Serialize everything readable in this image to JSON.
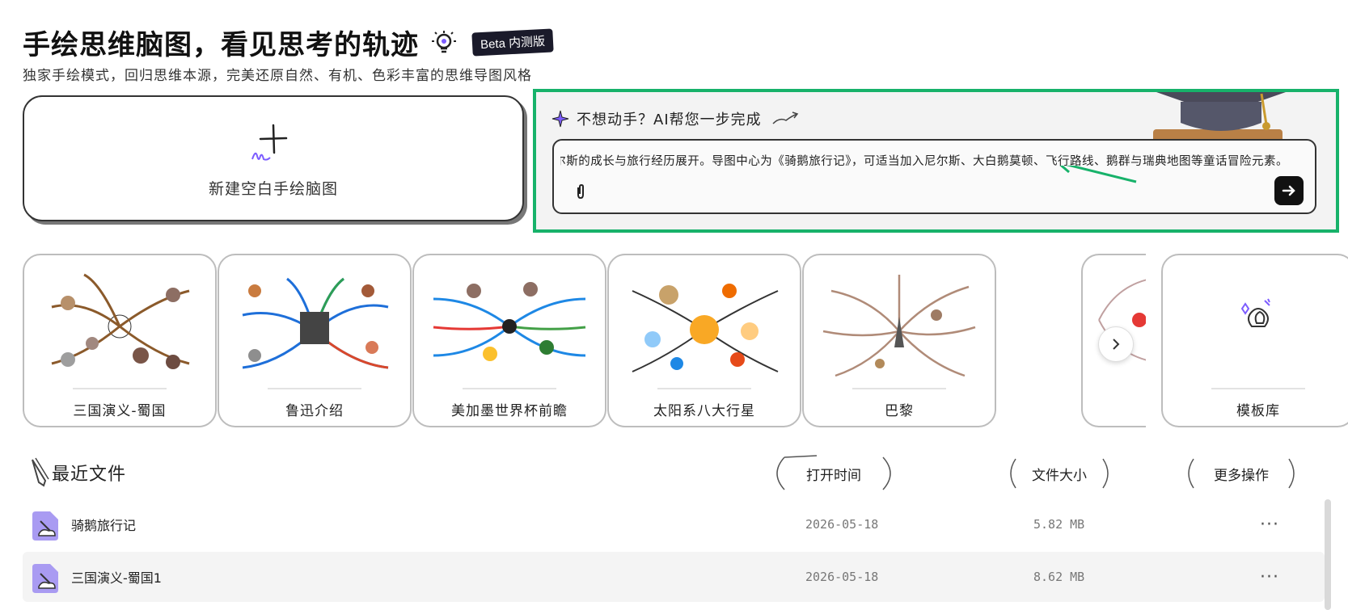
{
  "header": {
    "title": "手绘思维脑图，看见思考的轨迹",
    "beta_badge": "Beta 内测版",
    "subtitle": "独家手绘模式，回归思维本源，完美还原自然、有机、色彩丰富的思维导图风格"
  },
  "new_card": {
    "label": "新建空白手绘脑图"
  },
  "ai_panel": {
    "title": "不想动手？AI帮您一步完成",
    "input_value": "尔斯的成长与旅行经历展开。导图中心为《骑鹅旅行记》，可适当加入尼尔斯、大白鹅莫顿、飞行路线、鹅群与瑞典地图等童话冒险元素。",
    "accent_color": "#17b26a"
  },
  "templates": [
    {
      "label": "三国演义-蜀国"
    },
    {
      "label": "鲁迅介绍"
    },
    {
      "label": "美加墨世界杯前瞻"
    },
    {
      "label": "太阳系八大行星"
    },
    {
      "label": "巴黎"
    }
  ],
  "template_library": {
    "label": "模板库"
  },
  "recent": {
    "title": "最近文件",
    "columns": {
      "open_time": "打开时间",
      "file_size": "文件大小",
      "more_actions": "更多操作"
    },
    "files": [
      {
        "name": "骑鹅旅行记",
        "date": "2026-05-18",
        "size": "5.82 MB"
      },
      {
        "name": "三国演义-蜀国1",
        "date": "2026-05-18",
        "size": "8.62 MB"
      }
    ]
  }
}
